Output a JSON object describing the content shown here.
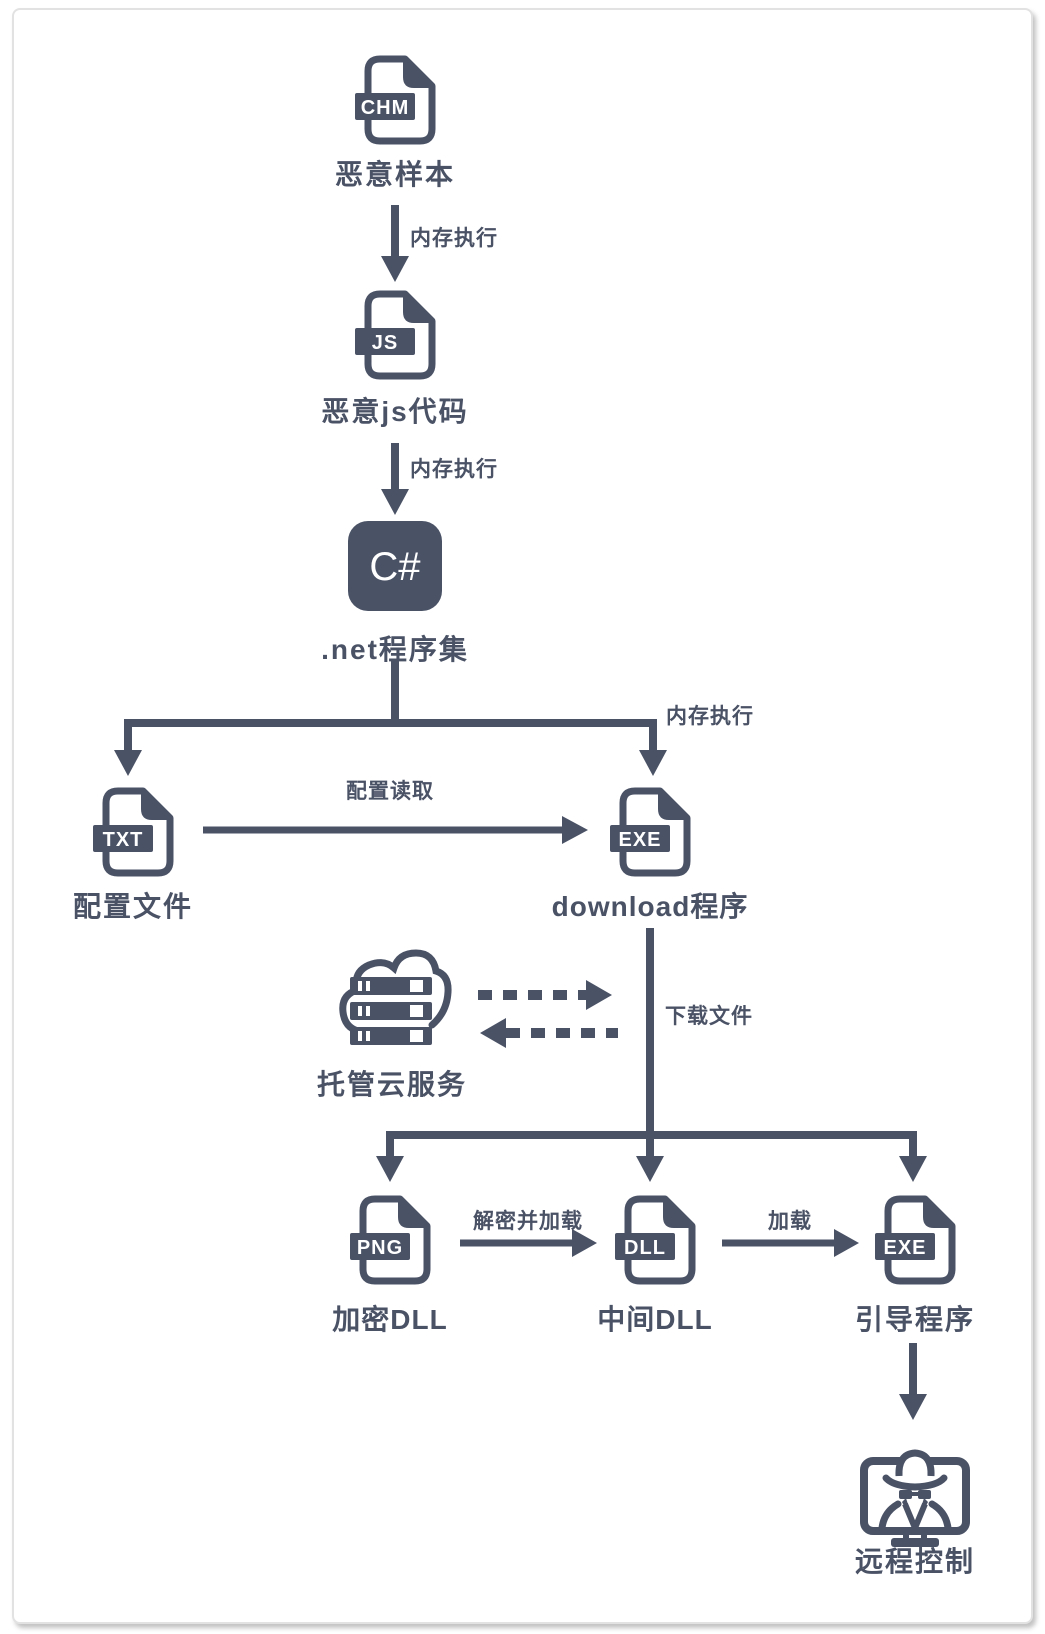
{
  "diagram": {
    "accent_color": "#4a5266",
    "nodes": {
      "chm": {
        "badge": "CHM",
        "label": "恶意样本"
      },
      "js": {
        "badge": "JS",
        "label": "恶意js代码"
      },
      "csharp": {
        "badge": "C#",
        "label": ".net程序集"
      },
      "txt": {
        "badge": "TXT",
        "label": "配置文件"
      },
      "downloader": {
        "badge": "EXE",
        "label": "download程序"
      },
      "cloud": {
        "label": "托管云服务"
      },
      "png": {
        "badge": "PNG",
        "label": "加密DLL"
      },
      "dll": {
        "badge": "DLL",
        "label": "中间DLL"
      },
      "loader": {
        "badge": "EXE",
        "label": "引导程序"
      },
      "remote": {
        "label": "远程控制"
      }
    },
    "edges": {
      "chm_to_js": {
        "label": "内存执行"
      },
      "js_to_csharp": {
        "label": "内存执行"
      },
      "csharp_to_exe": {
        "label": "内存执行"
      },
      "txt_to_exe": {
        "label": "配置读取"
      },
      "exe_download": {
        "label": "下载文件"
      },
      "png_to_dll": {
        "label": "解密并加载"
      },
      "dll_to_exe": {
        "label": "加载"
      }
    }
  }
}
